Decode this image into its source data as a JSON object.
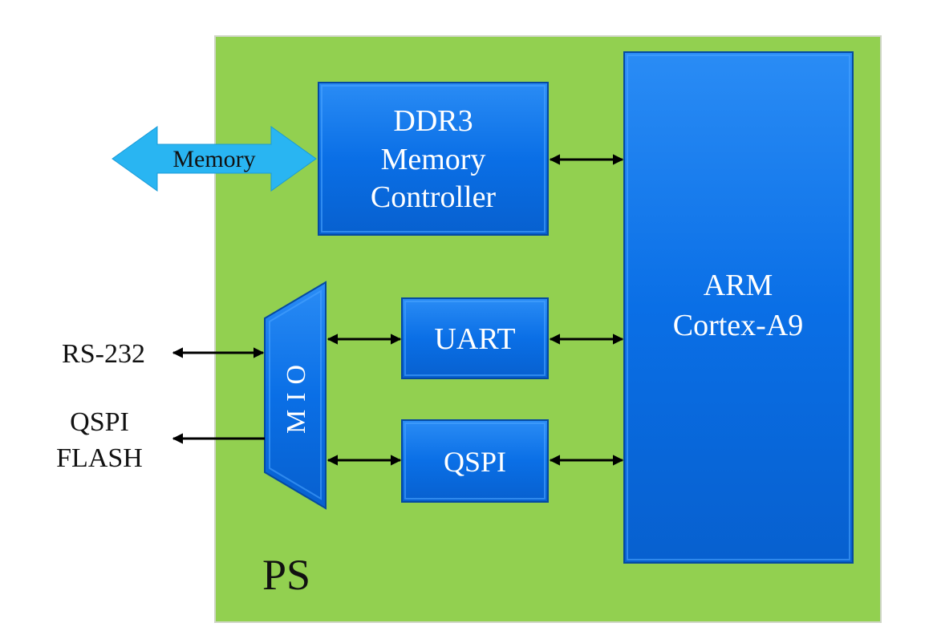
{
  "ps_region": {
    "label": "PS",
    "color": "#92d050"
  },
  "blocks": {
    "ddr3": {
      "lines": [
        "DDR3",
        "Memory",
        "Controller"
      ]
    },
    "arm": {
      "lines": [
        "ARM",
        "Cortex-A9"
      ]
    },
    "uart": {
      "label": "UART"
    },
    "qspi": {
      "label": "QSPI"
    },
    "mio": {
      "label": "MIO"
    }
  },
  "external": {
    "memory": "Memory",
    "rs232": "RS-232",
    "qspi_flash": [
      "QSPI",
      "FLASH"
    ]
  },
  "colors": {
    "block_fill": "#0a6fe6",
    "block_border": "#0652b0",
    "memory_arrow": "#29b5f2",
    "connector": "#000000"
  }
}
